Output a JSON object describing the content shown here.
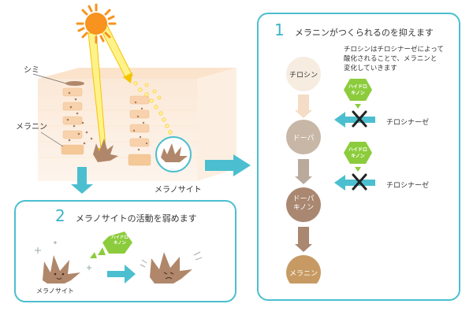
{
  "diagram": {
    "skin": {
      "label_spot": "シミ",
      "label_melanin": "メラニン",
      "label_melanocyte": "メラノサイト"
    },
    "panel1": {
      "number": "1",
      "title": "メラニンがつくられるのを抑えます",
      "description": [
        "チロシンはチロシナーゼによって",
        "酸化されることで、メラニンと",
        "変化していきます"
      ],
      "stages": [
        "チロシン",
        "ドーパ",
        "ドーパ\nキノン",
        "メラニン"
      ],
      "inhibitor_label": [
        "ハイドロ",
        "キノン"
      ],
      "enzyme_label": "チロシナーゼ"
    },
    "panel2": {
      "number": "2",
      "title": "メラノサイトの活動を弱めます",
      "inhibitor_label": [
        "ハイドロ",
        "キノン"
      ],
      "melanocyte_label": "メラノサイト"
    },
    "colors": {
      "accent": "#4bbfcf",
      "hex_green": "#8ccc3c",
      "melanocyte_brown": "#b0876a",
      "sun": "#f7931e"
    }
  }
}
